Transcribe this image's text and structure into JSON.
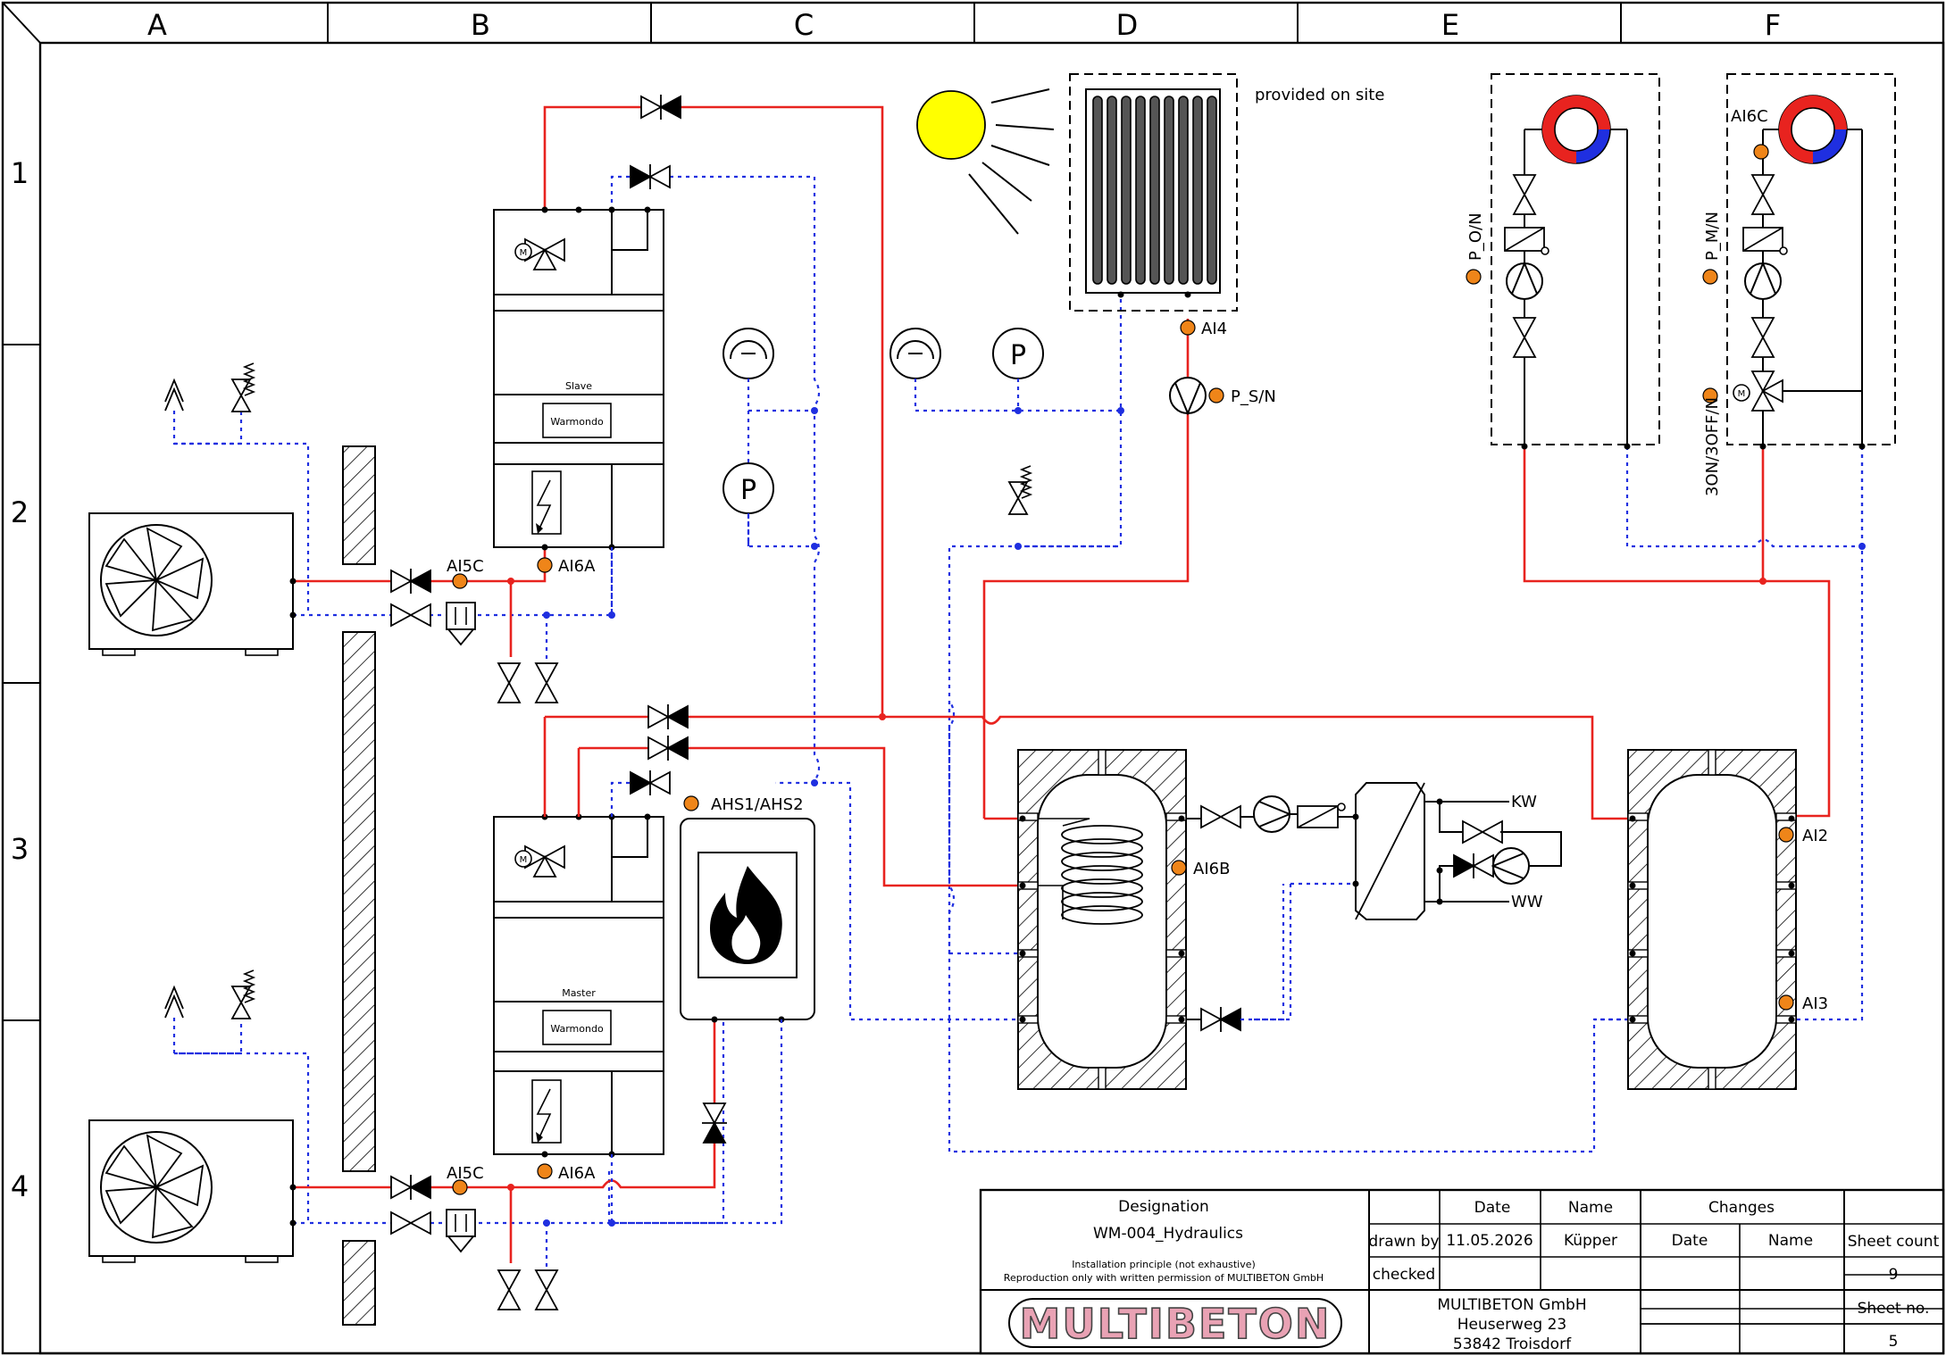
{
  "grid": {
    "columns": [
      "A",
      "B",
      "C",
      "D",
      "E",
      "F"
    ],
    "rows": [
      "1",
      "2",
      "3",
      "4"
    ]
  },
  "labels": {
    "provided_on_site": "provided on site",
    "ai4": "AI4",
    "p_sn": "P_S/N",
    "p_on": "P_O/N",
    "p_mn": "P_M/N",
    "ai6c": "AI6C",
    "on_off": "3ON/3OFF/N",
    "ai5c_top": "AI5C",
    "ai6a_top": "AI6A",
    "ai5c_bottom": "AI5C",
    "ai6a_bottom": "AI6A",
    "ahs": "AHS1/AHS2",
    "ai6b": "AI6B",
    "ai2": "AI2",
    "ai3": "AI3",
    "kw": "KW",
    "ww": "WW",
    "slave": "Slave",
    "master": "Master",
    "warmondo_slave": "Warmondo",
    "warmondo_master": "Warmondo",
    "p_gauge": "P"
  },
  "title_block": {
    "designation_label": "Designation",
    "designation_value": "WM-004_Hydraulics",
    "note_line1": "Installation principle (not exhaustive)",
    "note_line2": "Reproduction only with written permission of MULTIBETON GmbH",
    "date_label": "Date",
    "name_label": "Name",
    "changes_label": "Changes",
    "drawn_by_label": "drawn by",
    "drawn_date": "11.05.2026",
    "drawn_name": "Küpper",
    "checked_label": "checked",
    "changes_date_label": "Date",
    "changes_name_label": "Name",
    "sheet_count_label": "Sheet count",
    "sheet_count_value": "9",
    "sheet_no_label": "Sheet no.",
    "sheet_no_value": "5",
    "company_name": "MULTIBETON GmbH",
    "company_street": "Heuserweg 23",
    "company_city": "53842 Troisdorf",
    "logo_text": "MULTIBETON"
  },
  "colors": {
    "supply": "#e8231f",
    "return": "#1f2fe0",
    "sensor": "#ef8519",
    "sun": "#ffff00",
    "logo": "#e9a2b4"
  }
}
